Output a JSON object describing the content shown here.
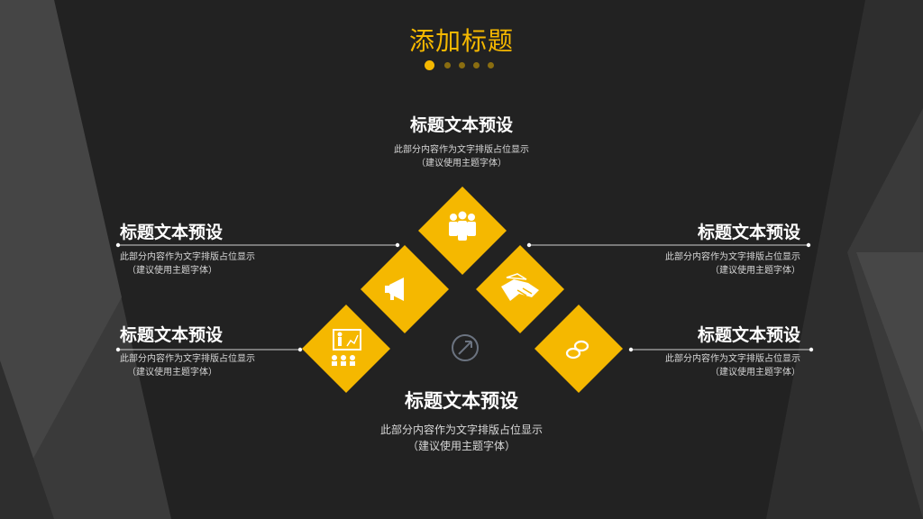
{
  "slide": {
    "title": "添加标题",
    "pagination_dots": 5,
    "active_dot": 1
  },
  "blocks": {
    "top": {
      "title": "标题文本预设",
      "desc1": "此部分内容作为文字排版占位显示",
      "desc2": "（建议使用主题字体）"
    },
    "left_upper": {
      "title": "标题文本预设",
      "desc1": "此部分内容作为文字排版占位显示",
      "desc2": "（建议使用主题字体）"
    },
    "left_lower": {
      "title": "标题文本预设",
      "desc1": "此部分内容作为文字排版占位显示",
      "desc2": "（建议使用主题字体）"
    },
    "right_upper": {
      "title": "标题文本预设",
      "desc1": "此部分内容作为文字排版占位显示",
      "desc2": "（建议使用主题字体）"
    },
    "right_lower": {
      "title": "标题文本预设",
      "desc1": "此部分内容作为文字排版占位显示",
      "desc2": "（建议使用主题字体）"
    },
    "bottom": {
      "title": "标题文本预设",
      "desc1": "此部分内容作为文字排版占位显示",
      "desc2": "（建议使用主题字体）"
    }
  },
  "icons": [
    "team-icon",
    "megaphone-icon",
    "presentation-icon",
    "handshake-icon",
    "chat-bubbles-icon",
    "target-icon"
  ],
  "colors": {
    "accent": "#F5B800",
    "background": "#222222",
    "text": "#FFFFFF",
    "muted_dot": "#8A6D10"
  }
}
